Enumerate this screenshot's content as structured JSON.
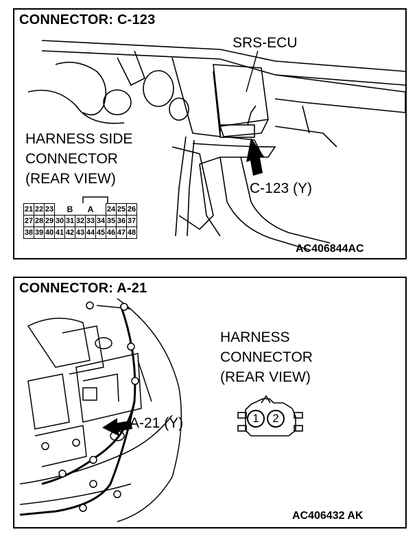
{
  "panel1": {
    "title": "CONNECTOR: C-123",
    "ecu_label": "SRS-ECU",
    "harness_label_lines": [
      "HARNESS SIDE",
      "CONNECTOR",
      "(REAR VIEW)"
    ],
    "callout": "C-123 (Y)",
    "figure_code": "AC406844AC",
    "connector": {
      "row1": [
        "21",
        "22",
        "23",
        "",
        "B",
        "",
        "A",
        "",
        "24",
        "25",
        "26"
      ],
      "row2": [
        "27",
        "28",
        "29",
        "30",
        "31",
        "32",
        "33",
        "34",
        "35",
        "36",
        "37"
      ],
      "row3": [
        "38",
        "39",
        "40",
        "41",
        "42",
        "43",
        "44",
        "45",
        "46",
        "47",
        "48"
      ]
    }
  },
  "panel2": {
    "title": "CONNECTOR: A-21",
    "harness_label_lines": [
      "HARNESS",
      "CONNECTOR",
      "(REAR VIEW)"
    ],
    "callout": "A-21 (Y)",
    "figure_code": "AC406432 AK",
    "pins": [
      "1",
      "2"
    ]
  }
}
